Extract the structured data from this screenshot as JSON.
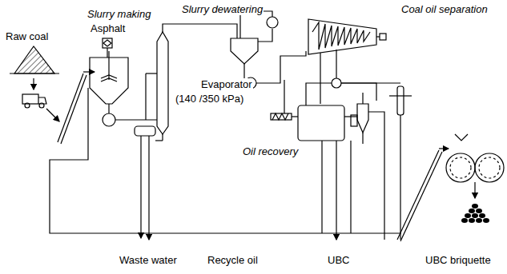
{
  "diagram": {
    "labels": [
      "Raw coal",
      "Slurry making",
      "Asphalt",
      "Slurry dewatering",
      "Coal oil separation",
      "Evaporator",
      "(140 /350 kPa)",
      "Oil recovery",
      "Waste water",
      "Recycle oil",
      "UBC",
      "UBC briquette"
    ]
  }
}
